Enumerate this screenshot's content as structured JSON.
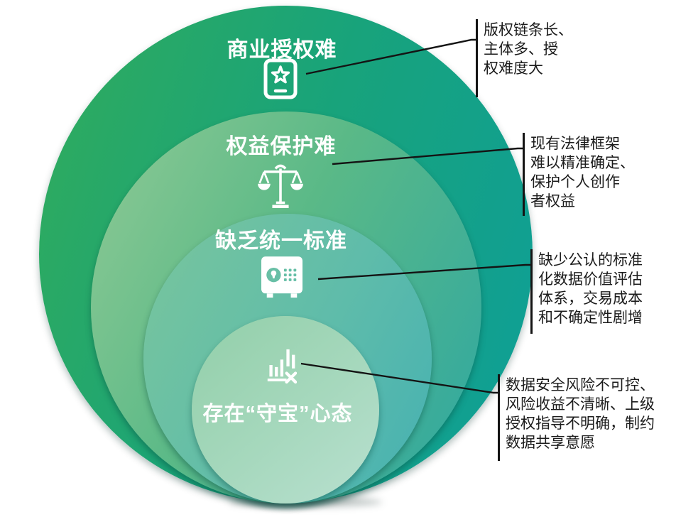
{
  "diagram": {
    "type": "nested-circles",
    "background": "#ffffff",
    "layer_count": 4
  },
  "layers": [
    {
      "label": "商业授权难",
      "icon": "certificate-star-icon",
      "callout": "版权链条长、\n主体多、授\n权难度大"
    },
    {
      "label": "权益保护难",
      "icon": "balance-scale-icon",
      "callout": "现有法律框架\n难以精准确定、\n保护个人创作\n者权益"
    },
    {
      "label": "缺乏统一标准",
      "icon": "safe-box-icon",
      "callout": "缺少公认的标准\n化数据价值评估\n体系，交易成本\n和不确定性剧增"
    },
    {
      "label": "存在“守宝”心态",
      "icon": "bar-chart-x-icon",
      "callout": "数据安全风险不可控、\n风险收益不清晰、上级\n授权指导不明确，制约\n数据共享意愿"
    }
  ],
  "colors": {
    "circle1_green": "#2fab5e",
    "circle1_teal": "#0f9f96",
    "circle2_green": "#8dc994",
    "circle2_teal": "#2ea7a2",
    "circle3_green": "#78c59d",
    "circle3_teal": "#45b1b2",
    "circle4_light": "#a6d8bd",
    "circle_text": "#ffffff",
    "callout_text": "#1c1c1c",
    "connector_line": "#141414"
  }
}
